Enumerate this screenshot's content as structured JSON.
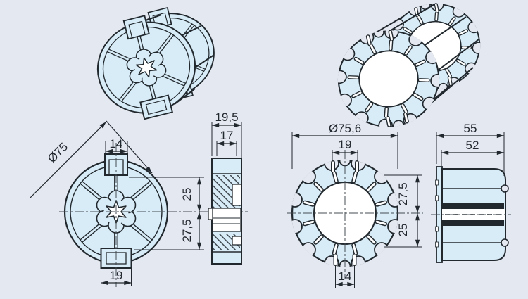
{
  "drawing": {
    "background_color": "#e4e8f1",
    "part_fill_color": "#d8ecf8",
    "line_color": "#22292e",
    "left_part": {
      "view_front": {
        "diameter_label": "Ø75",
        "top_tab_width": "14",
        "upper_center_offset": "25",
        "lower_center_offset": "27,5",
        "bottom_tab_width": "19"
      },
      "view_section": {
        "total_depth": "19,5",
        "body_depth": "17"
      }
    },
    "right_part": {
      "view_front": {
        "diameter_label": "Ø75,6",
        "top_notch_width": "19",
        "upper_center_offset": "27,5",
        "lower_center_offset": "25",
        "bottom_notch_width": "14"
      },
      "view_side": {
        "total_length": "55",
        "body_length": "52"
      }
    }
  }
}
